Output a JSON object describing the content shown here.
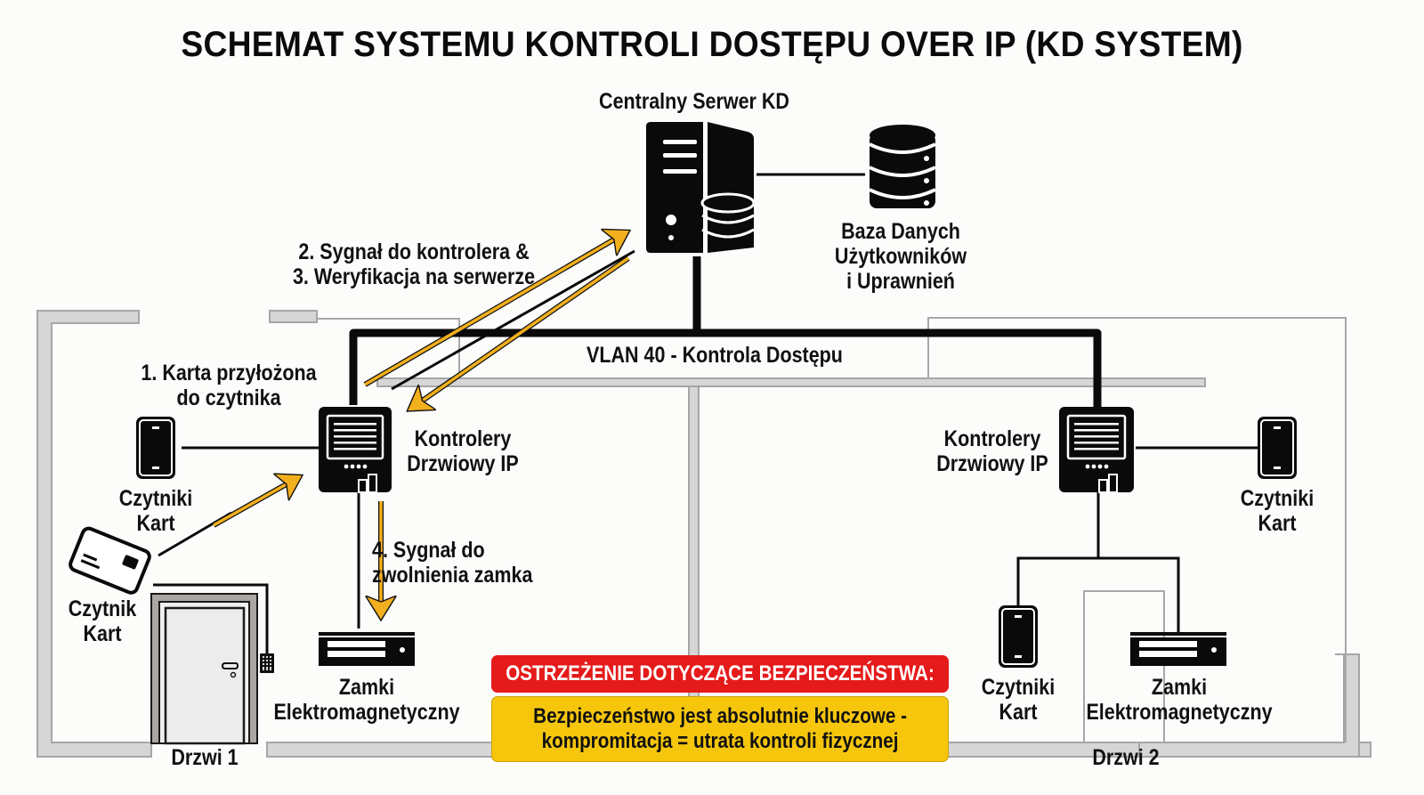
{
  "title": "SCHEMAT SYSTEMU KONTROLI DOSTĘPU OVER IP (KD SYSTEM)",
  "server": {
    "label": "Centralny Serwer KD",
    "icon": "server-icon"
  },
  "database": {
    "label_lines": [
      "Baza Danych",
      "Użytkowników",
      "i Uprawnień"
    ],
    "icon": "database-icon"
  },
  "network": {
    "label": "VLAN 40 - Kontrola Dostępu"
  },
  "steps": {
    "step1_lines": [
      "1. Karta przyłożona",
      "do czytnika"
    ],
    "step23_lines": [
      "2. Sygnał do kontrolera &",
      "3. Weryfikacja na serwerze"
    ],
    "step4_lines": [
      "4. Sygnał do",
      "zwolnienia zamka"
    ]
  },
  "left_zone": {
    "controller_lines": [
      "Kontrolery",
      "Drzwiowy IP"
    ],
    "reader_lines": [
      "Czytniki",
      "Kart"
    ],
    "card_lines": [
      "Czytnik",
      "Kart"
    ],
    "lock_lines": [
      "Zamki",
      "Elektromagnetyczny"
    ],
    "door_label": "Drzwi 1"
  },
  "right_zone": {
    "controller_lines": [
      "Kontrolery",
      "Drzwiowy IP"
    ],
    "reader_right_lines": [
      "Czytniki",
      "Kart"
    ],
    "reader_bottom_lines": [
      "Czytniki",
      "Kart"
    ],
    "lock_lines": [
      "Zamki",
      "Elektromagnetyczny"
    ],
    "door_label": "Drzwi 2"
  },
  "warning": {
    "heading": "OSTRZEŻENIE DOTYCZĄCE BEZPIECZEŃSTWA:",
    "body_lines": [
      "Bezpieczeństwo jest absolutnie kluczowe -",
      "kompromitacja = utrata kontroli fizycznej"
    ]
  },
  "colors": {
    "arrow": "#f2b01e",
    "wire": "#0a0a0a",
    "wall": "#d4d4d4",
    "wall_edge": "#a8a8a8",
    "warning_red": "#e51a1a",
    "warning_yellow": "#f6c60d"
  }
}
